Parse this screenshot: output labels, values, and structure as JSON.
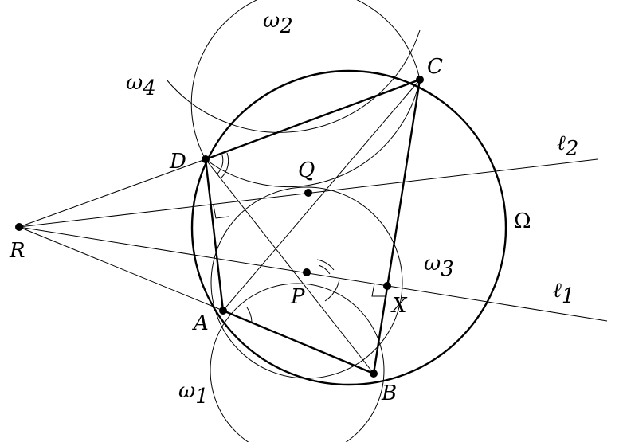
{
  "diagram": {
    "points": {
      "R": "R",
      "A": "A",
      "B": "B",
      "C": "C",
      "D": "D",
      "P": "P",
      "Q": "Q",
      "X": "X"
    },
    "circles": {
      "omega_symbol": "ω",
      "omega1_sub": "1",
      "omega2_sub": "2",
      "omega3_sub": "3",
      "omega4_sub": "4",
      "Omega": "Ω"
    },
    "lines": {
      "ell_symbol": "ℓ",
      "ell1_sub": "1",
      "ell2_sub": "2"
    },
    "colors": {
      "ink": "#000000",
      "background": "#ffffff"
    }
  }
}
